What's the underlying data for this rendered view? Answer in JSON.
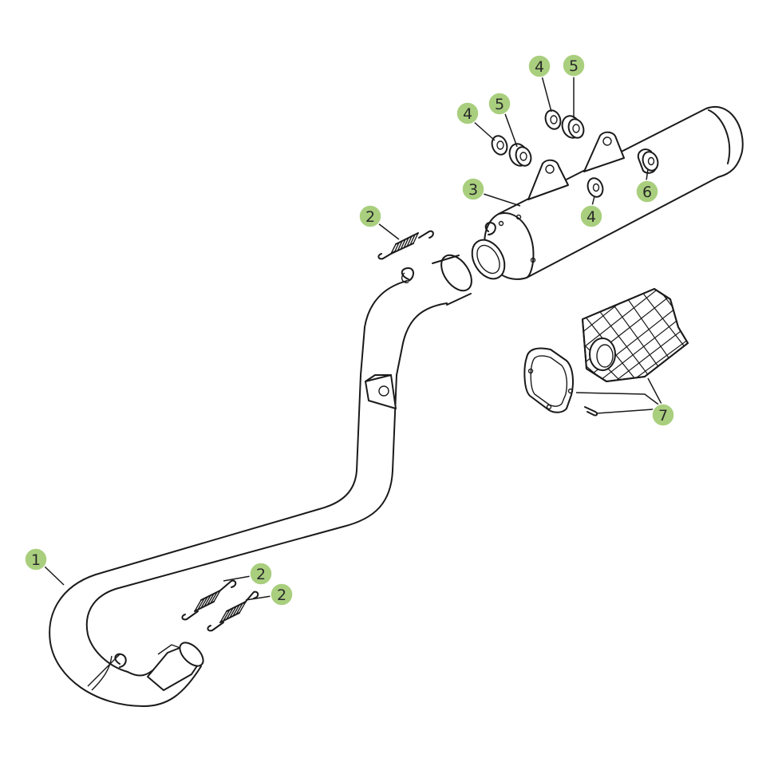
{
  "callouts": [
    {
      "id": "callout-1-header",
      "label": "1"
    },
    {
      "id": "callout-2-top",
      "label": "2"
    },
    {
      "id": "callout-2-bottom-a",
      "label": "2"
    },
    {
      "id": "callout-2-bottom-b",
      "label": "2"
    },
    {
      "id": "callout-3-muffler",
      "label": "3"
    },
    {
      "id": "callout-4-left",
      "label": "4"
    },
    {
      "id": "callout-4-right",
      "label": "4"
    },
    {
      "id": "callout-4-lower",
      "label": "4"
    },
    {
      "id": "callout-5-left",
      "label": "5"
    },
    {
      "id": "callout-5-right",
      "label": "5"
    },
    {
      "id": "callout-6-spacer",
      "label": "6"
    },
    {
      "id": "callout-7-packing",
      "label": "7"
    }
  ],
  "colors": {
    "badge_fill": "#a9cf7e",
    "line": "#1a1a1a",
    "background": "#ffffff"
  }
}
